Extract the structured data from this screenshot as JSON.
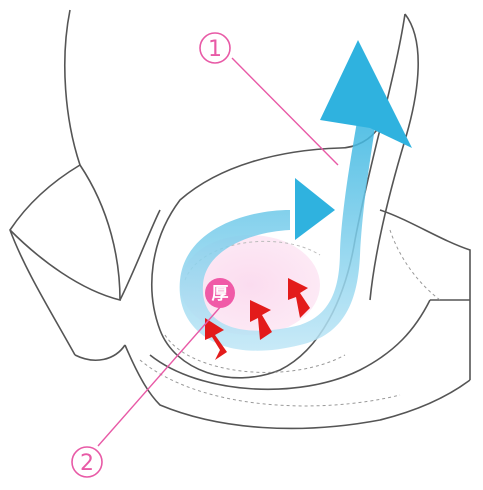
{
  "callouts": [
    {
      "id": "1",
      "label": "1"
    },
    {
      "id": "2",
      "label": "2"
    }
  ],
  "badge": {
    "label": "厚"
  },
  "colors": {
    "outline": "#555555",
    "callout": "#e85aa6",
    "blue_arrow": "#2fb2df",
    "red_arrow": "#e31b1b",
    "pink_fill": "#fbdcef",
    "badge_fill": "#f05aa7"
  },
  "icons": {
    "big_arrow": "blue-lift-arrow-icon",
    "side_arrow": "blue-side-arrow-icon",
    "push_arrows": "red-push-arrows-icon"
  }
}
